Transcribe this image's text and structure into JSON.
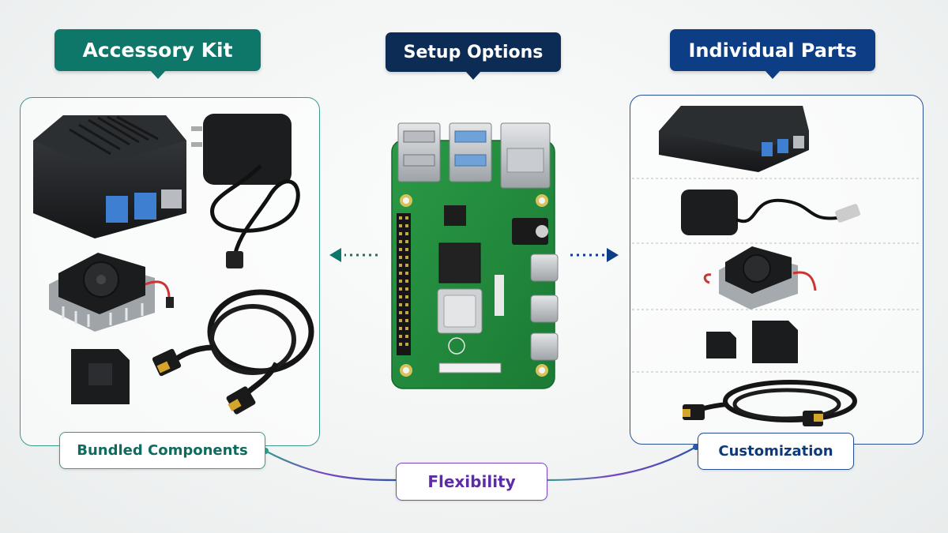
{
  "headers": {
    "accessory_kit": "Accessory Kit",
    "setup_options": "Setup Options",
    "individual_parts": "Individual Parts"
  },
  "labels": {
    "bundled": "Bundled Components",
    "flexibility": "Flexibility",
    "customization": "Customization"
  },
  "colors": {
    "teal": "#0f766a",
    "navy": "#0c2c55",
    "blue": "#0d3d84",
    "purple": "#7b45c4",
    "board": "#1f8a3c"
  },
  "icons": {
    "kit": [
      "case-icon",
      "power-adapter-icon",
      "fan-heatsink-icon",
      "hdmi-cable-icon",
      "sd-card-icon"
    ],
    "center": "raspberry-pi-board-icon",
    "parts": [
      "case-icon",
      "power-adapter-icon",
      "fan-heatsink-icon",
      "sd-card-icon",
      "hdmi-cable-icon"
    ]
  }
}
